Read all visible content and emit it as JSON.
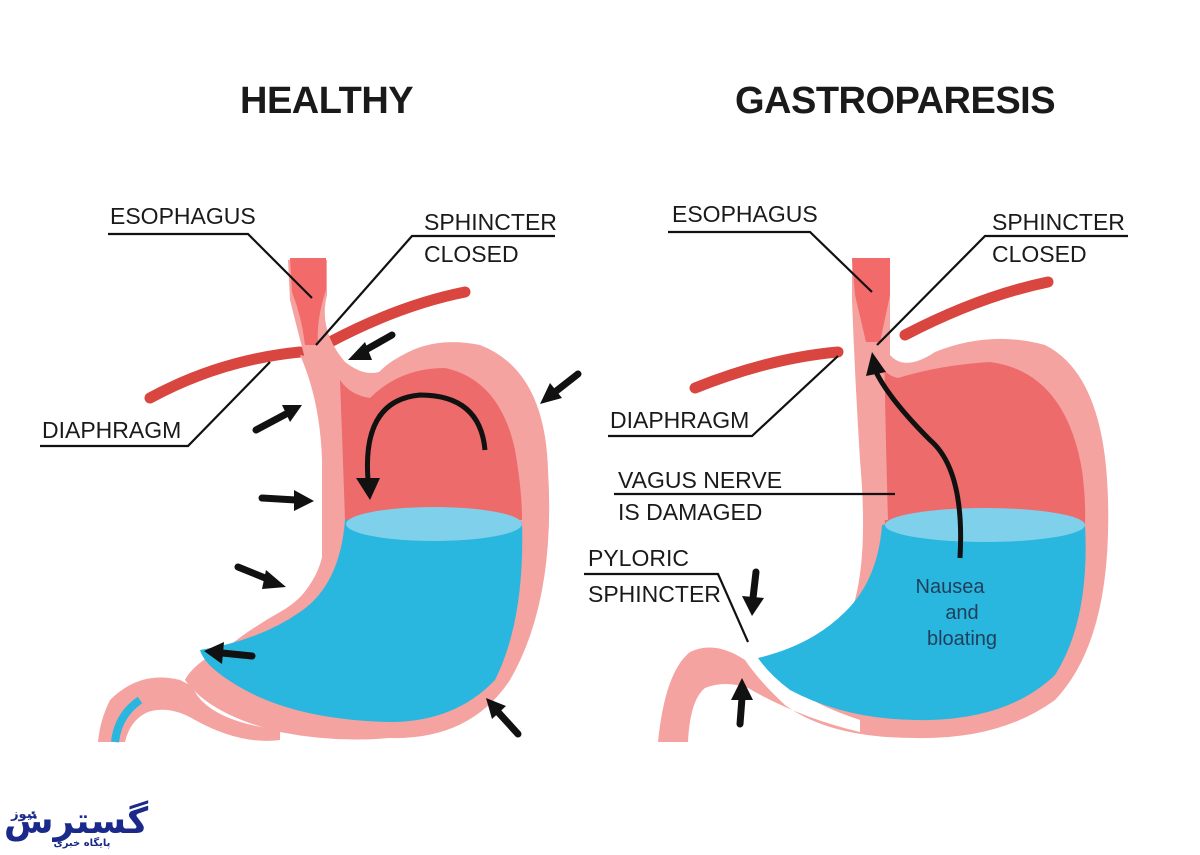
{
  "healthy": {
    "title": "HEALTHY",
    "esophagus": "ESOPHAGUS",
    "sphincter_line1": "SPHINCTER",
    "sphincter_line2": "CLOSED",
    "diaphragm": "DIAPHRAGM"
  },
  "gastroparesis": {
    "title": "GASTROPARESIS",
    "esophagus": "ESOPHAGUS",
    "sphincter_line1": "SPHINCTER",
    "sphincter_line2": "CLOSED",
    "diaphragm": "DIAPHRAGM",
    "vagus_line1": "VAGUS NERVE",
    "vagus_line2": "IS DAMAGED",
    "pyloric_line1": "PYLORIC",
    "pyloric_line2": "SPHINCTER",
    "inner_line1": "Nausea",
    "inner_line2": "and",
    "inner_line3": "bloating"
  },
  "watermark": {
    "logo_main": "گسترش",
    "logo_small": "نیوز",
    "logo_sub": "پایگاه خبری"
  },
  "colors": {
    "stomach_wall": "#f4a3a0",
    "stomach_inner": "#ee6b6b",
    "fluid": "#29b6df",
    "fluid_surface": "#7fd0ea",
    "diaphragm": "#d9453f",
    "logo": "#1b2a8a"
  }
}
